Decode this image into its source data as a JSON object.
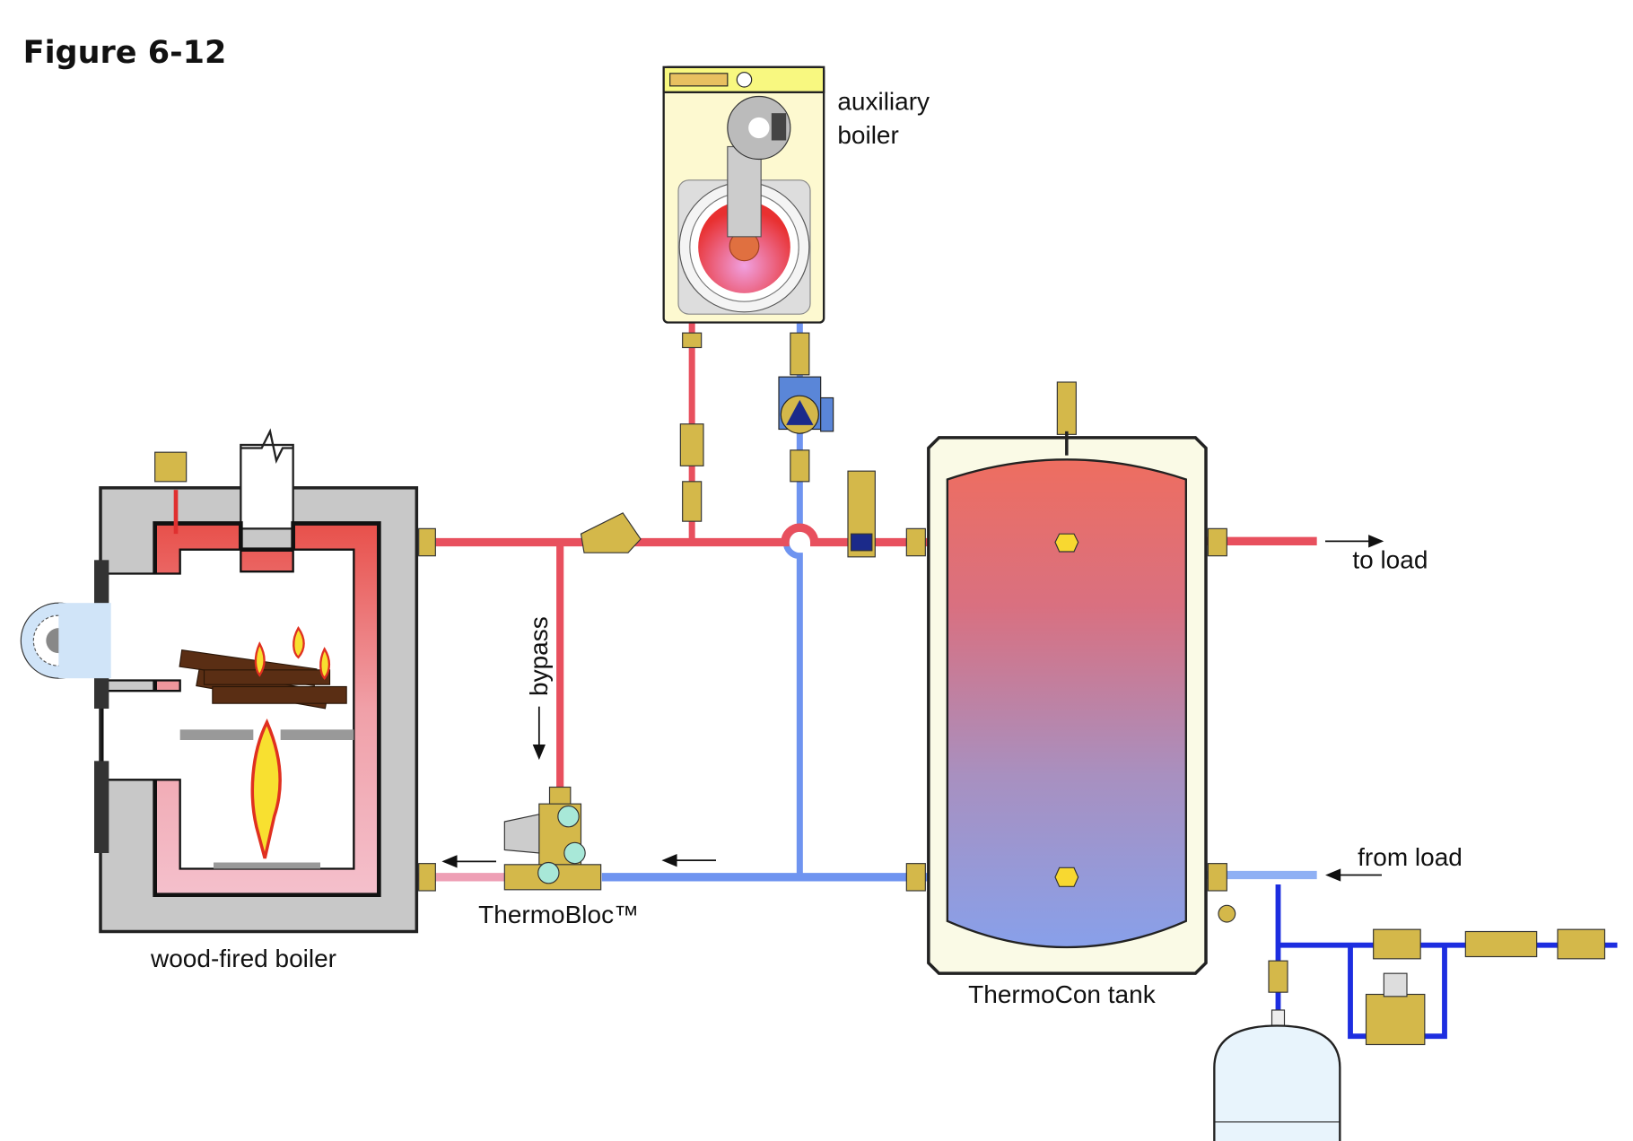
{
  "title": "Figure 6-12",
  "labels": {
    "auxiliary_boiler_1": "auxiliary",
    "auxiliary_boiler_2": "boiler",
    "bypass": "bypass",
    "thermobloc": "ThermoBloc™",
    "wood_boiler": "wood-fired boiler",
    "tank": "ThermoCon tank",
    "to_load": "to load",
    "from_load": "from load"
  },
  "colors": {
    "hot_pipe": "#e8505e",
    "cool_pipe": "#6f94f0",
    "warm_return": "#ee9fb5",
    "makeup_pipe": "#1d2ee0",
    "brass": "#d4b84a",
    "boiler_jacket": "#c8c8c8"
  }
}
